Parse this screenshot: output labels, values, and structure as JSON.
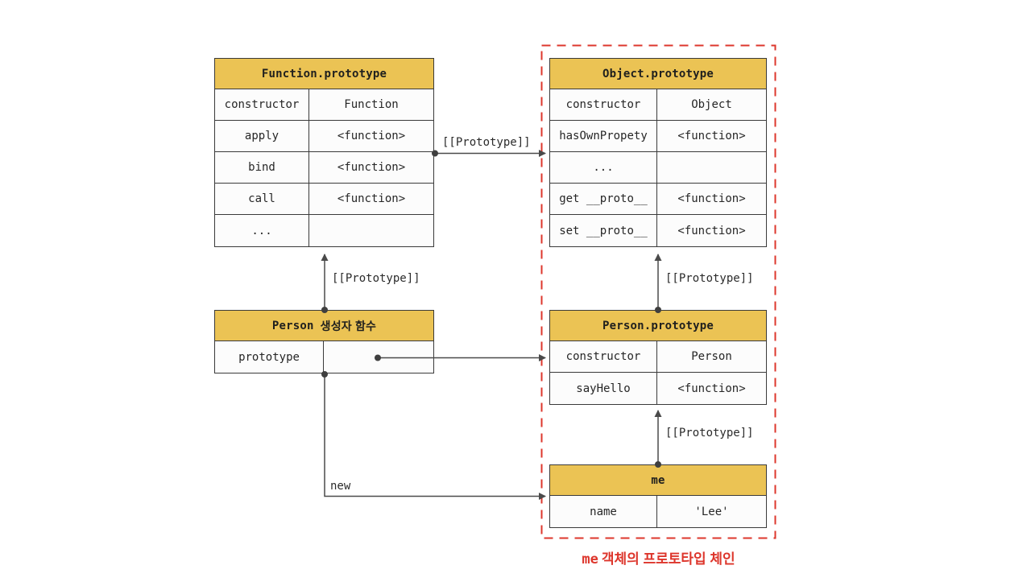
{
  "colors": {
    "header_bg": "#ebc354",
    "table_border": "#3a3a3a",
    "connector_gray": "#4a4a4a",
    "accent_red": "#dd372c",
    "cell_bg": "#fcfcfc"
  },
  "tables": {
    "function_prototype": {
      "title": "Function.prototype",
      "rows": [
        {
          "key": "constructor",
          "value": "Function"
        },
        {
          "key": "apply",
          "value": "<function>"
        },
        {
          "key": "bind",
          "value": "<function>"
        },
        {
          "key": "call",
          "value": "<function>"
        },
        {
          "key": "...",
          "value": ""
        }
      ]
    },
    "object_prototype": {
      "title": "Object.prototype",
      "rows": [
        {
          "key": "constructor",
          "value": "Object"
        },
        {
          "key": "hasOwnPropety",
          "value": "<function>"
        },
        {
          "key": "...",
          "value": ""
        },
        {
          "key": "get __proto__",
          "value": "<function>"
        },
        {
          "key": "set __proto__",
          "value": "<function>"
        }
      ]
    },
    "person_constructor": {
      "title_code": "Person",
      "title_suffix": "생성자 함수",
      "rows": [
        {
          "key": "prototype",
          "value": ""
        }
      ]
    },
    "person_prototype": {
      "title": "Person.prototype",
      "rows": [
        {
          "key": "constructor",
          "value": "Person"
        },
        {
          "key": "sayHello",
          "value": "<function>"
        }
      ]
    },
    "me": {
      "title": "me",
      "rows": [
        {
          "key": "name",
          "value": "'Lee'"
        }
      ]
    }
  },
  "connectors": {
    "prototype_label_1": "[[Prototype]]",
    "prototype_label_2": "[[Prototype]]",
    "prototype_label_3": "[[Prototype]]",
    "prototype_label_4": "[[Prototype]]",
    "new_label": "new"
  },
  "caption": {
    "code": "me",
    "text": "객체의 프로토타입 체인"
  }
}
